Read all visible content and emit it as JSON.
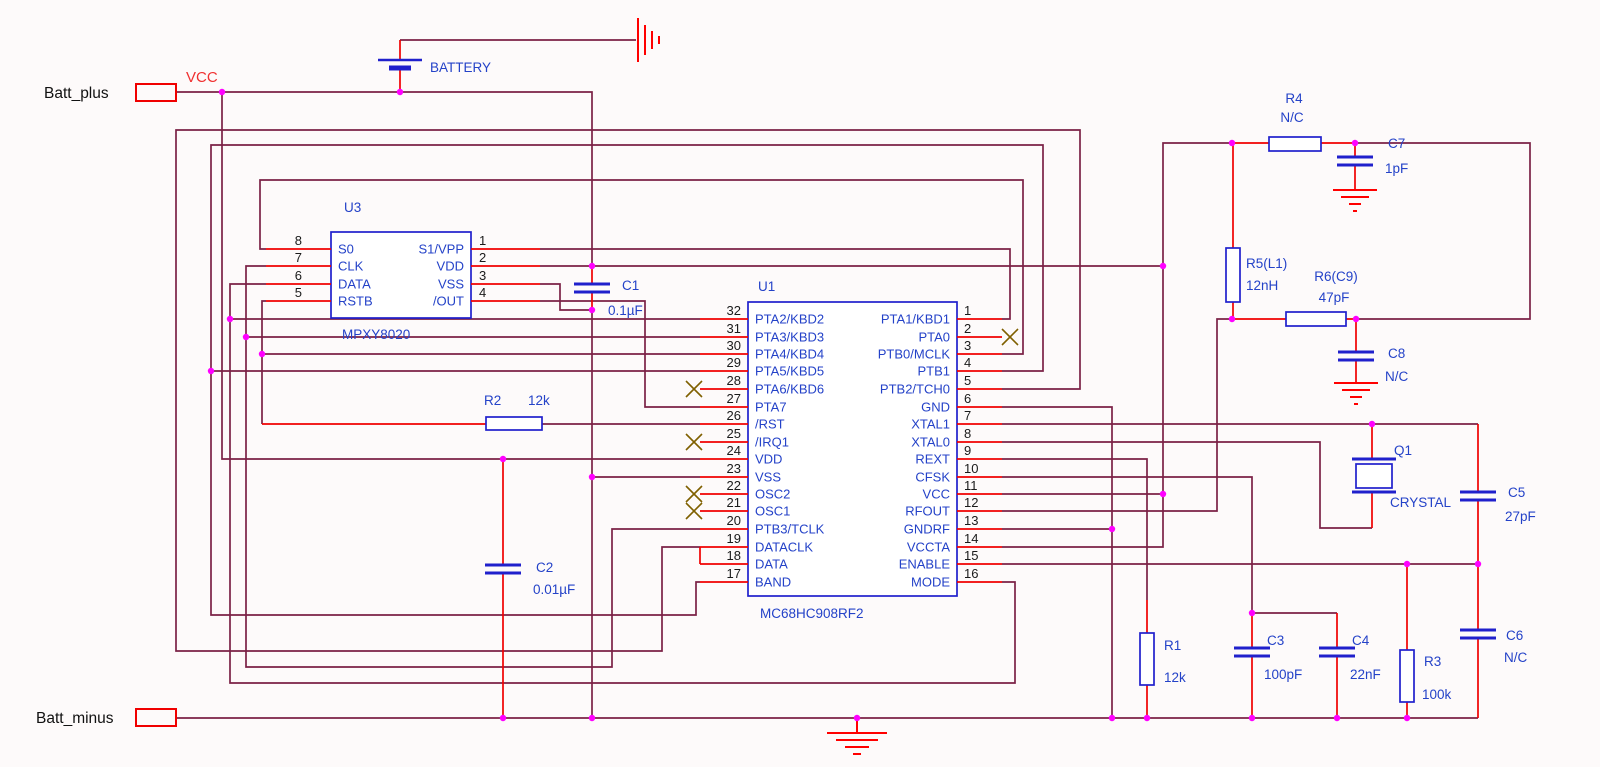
{
  "connectors": {
    "plus": "Batt_plus",
    "minus": "Batt_minus"
  },
  "power": {
    "vcc_label": "VCC",
    "battery_label": "BATTERY"
  },
  "chips": {
    "u3": {
      "ref": "U3",
      "part": "MPXY8020",
      "left_pins": [
        {
          "num": "8",
          "name": "S0"
        },
        {
          "num": "7",
          "name": "CLK"
        },
        {
          "num": "6",
          "name": "DATA"
        },
        {
          "num": "5",
          "name": "RSTB"
        }
      ],
      "right_pins": [
        {
          "num": "1",
          "name": "S1/VPP"
        },
        {
          "num": "2",
          "name": "VDD"
        },
        {
          "num": "3",
          "name": "VSS"
        },
        {
          "num": "4",
          "name": "/OUT"
        }
      ]
    },
    "u1": {
      "ref": "U1",
      "part": "MC68HC908RF2",
      "left_pins": [
        {
          "num": "32",
          "name": "PTA2/KBD2"
        },
        {
          "num": "31",
          "name": "PTA3/KBD3"
        },
        {
          "num": "30",
          "name": "PTA4/KBD4"
        },
        {
          "num": "29",
          "name": "PTA5/KBD5"
        },
        {
          "num": "28",
          "name": "PTA6/KBD6",
          "nc": true
        },
        {
          "num": "27",
          "name": "PTA7"
        },
        {
          "num": "26",
          "name": "/RST"
        },
        {
          "num": "25",
          "name": "/IRQ1",
          "nc": true
        },
        {
          "num": "24",
          "name": "VDD"
        },
        {
          "num": "23",
          "name": "VSS"
        },
        {
          "num": "22",
          "name": "OSC2",
          "nc": true
        },
        {
          "num": "21",
          "name": "OSC1",
          "nc": true
        },
        {
          "num": "20",
          "name": "PTB3/TCLK"
        },
        {
          "num": "19",
          "name": "DATACLK"
        },
        {
          "num": "18",
          "name": "DATA"
        },
        {
          "num": "17",
          "name": "BAND"
        }
      ],
      "right_pins": [
        {
          "num": "1",
          "name": "PTA1/KBD1"
        },
        {
          "num": "2",
          "name": "PTA0",
          "nc": true
        },
        {
          "num": "3",
          "name": "PTB0/MCLK"
        },
        {
          "num": "4",
          "name": "PTB1"
        },
        {
          "num": "5",
          "name": "PTB2/TCH0"
        },
        {
          "num": "6",
          "name": "GND"
        },
        {
          "num": "7",
          "name": "XTAL1"
        },
        {
          "num": "8",
          "name": "XTAL0"
        },
        {
          "num": "9",
          "name": "REXT"
        },
        {
          "num": "10",
          "name": "CFSK"
        },
        {
          "num": "11",
          "name": "VCC"
        },
        {
          "num": "12",
          "name": "RFOUT"
        },
        {
          "num": "13",
          "name": "GNDRF"
        },
        {
          "num": "14",
          "name": "VCCTA"
        },
        {
          "num": "15",
          "name": "ENABLE"
        },
        {
          "num": "16",
          "name": "MODE"
        }
      ]
    }
  },
  "passives": {
    "r1": {
      "ref": "R1",
      "value": "12k"
    },
    "r2": {
      "ref": "R2",
      "value": "12k"
    },
    "r3": {
      "ref": "R3",
      "value": "100k"
    },
    "r4": {
      "ref": "R4",
      "value": "N/C"
    },
    "r5": {
      "ref": "R5(L1)",
      "value": "12nH"
    },
    "r6": {
      "ref": "R6(C9)",
      "value": "47pF"
    },
    "c1": {
      "ref": "C1",
      "value": "0.1µF"
    },
    "c2": {
      "ref": "C2",
      "value": "0.01µF"
    },
    "c3": {
      "ref": "C3",
      "value": "100pF"
    },
    "c4": {
      "ref": "C4",
      "value": "22nF"
    },
    "c5": {
      "ref": "C5",
      "value": "27pF"
    },
    "c6": {
      "ref": "C6",
      "value": "N/C"
    },
    "c7": {
      "ref": "C7",
      "value": "1pF"
    },
    "c8": {
      "ref": "C8",
      "value": "N/C"
    },
    "q1": {
      "ref": "Q1",
      "value": "CRYSTAL"
    }
  },
  "colors": {
    "wire": "#7b2146",
    "pin_stub": "#f00000",
    "component_blue": "#2020cc",
    "junction": "#ff00ff",
    "text_blue": "#2442c8",
    "text_black": "#1a1a1a",
    "vcc_red": "#f03030",
    "nc_cross": "#7f6000",
    "background": "#fdfafa"
  }
}
